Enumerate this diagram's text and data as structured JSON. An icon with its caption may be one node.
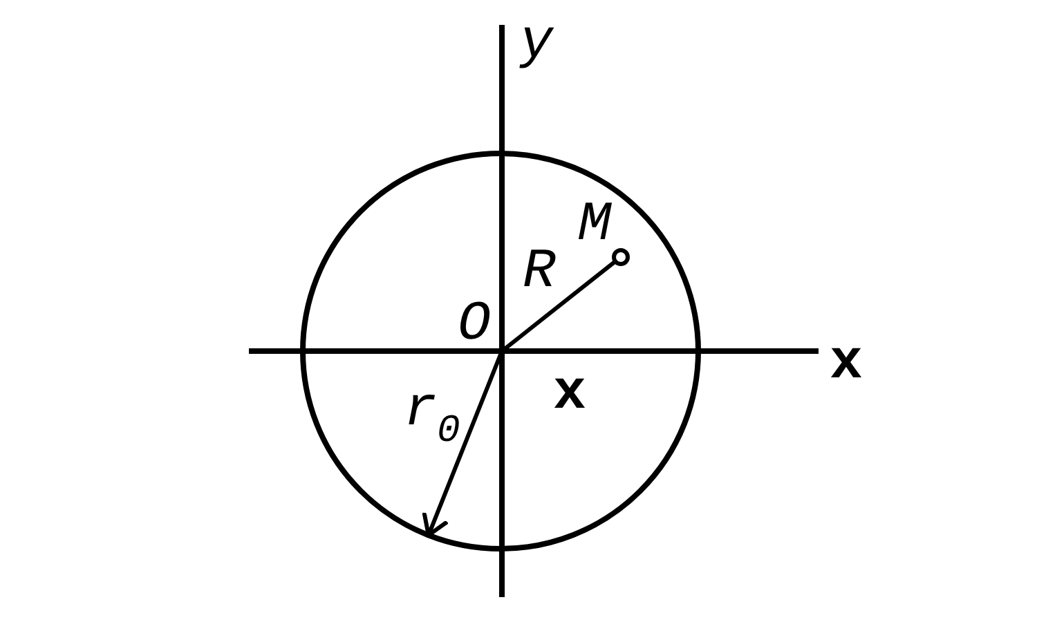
{
  "diagram": {
    "nodes": [
      {
        "text": [
          "O"
        ],
        "in": 2
      },
      {
        "text": [],
        "shape": "circle",
        "beside": [
          "M"
        ],
        "in": 2
      },
      {
        "text": [],
        "shape": "circle"
      }
    ],
    "edges": [
      {
        "from": 0,
        "to": 1,
        "arrow": "none",
        "label": "R"
      },
      {
        "from": 0,
        "to": 2,
        "arrow": "to",
        "label": "r$_{0}$"
      }
    ],
    "labels": [
      "y",
      "x",
      "x"
    ]
  }
}
